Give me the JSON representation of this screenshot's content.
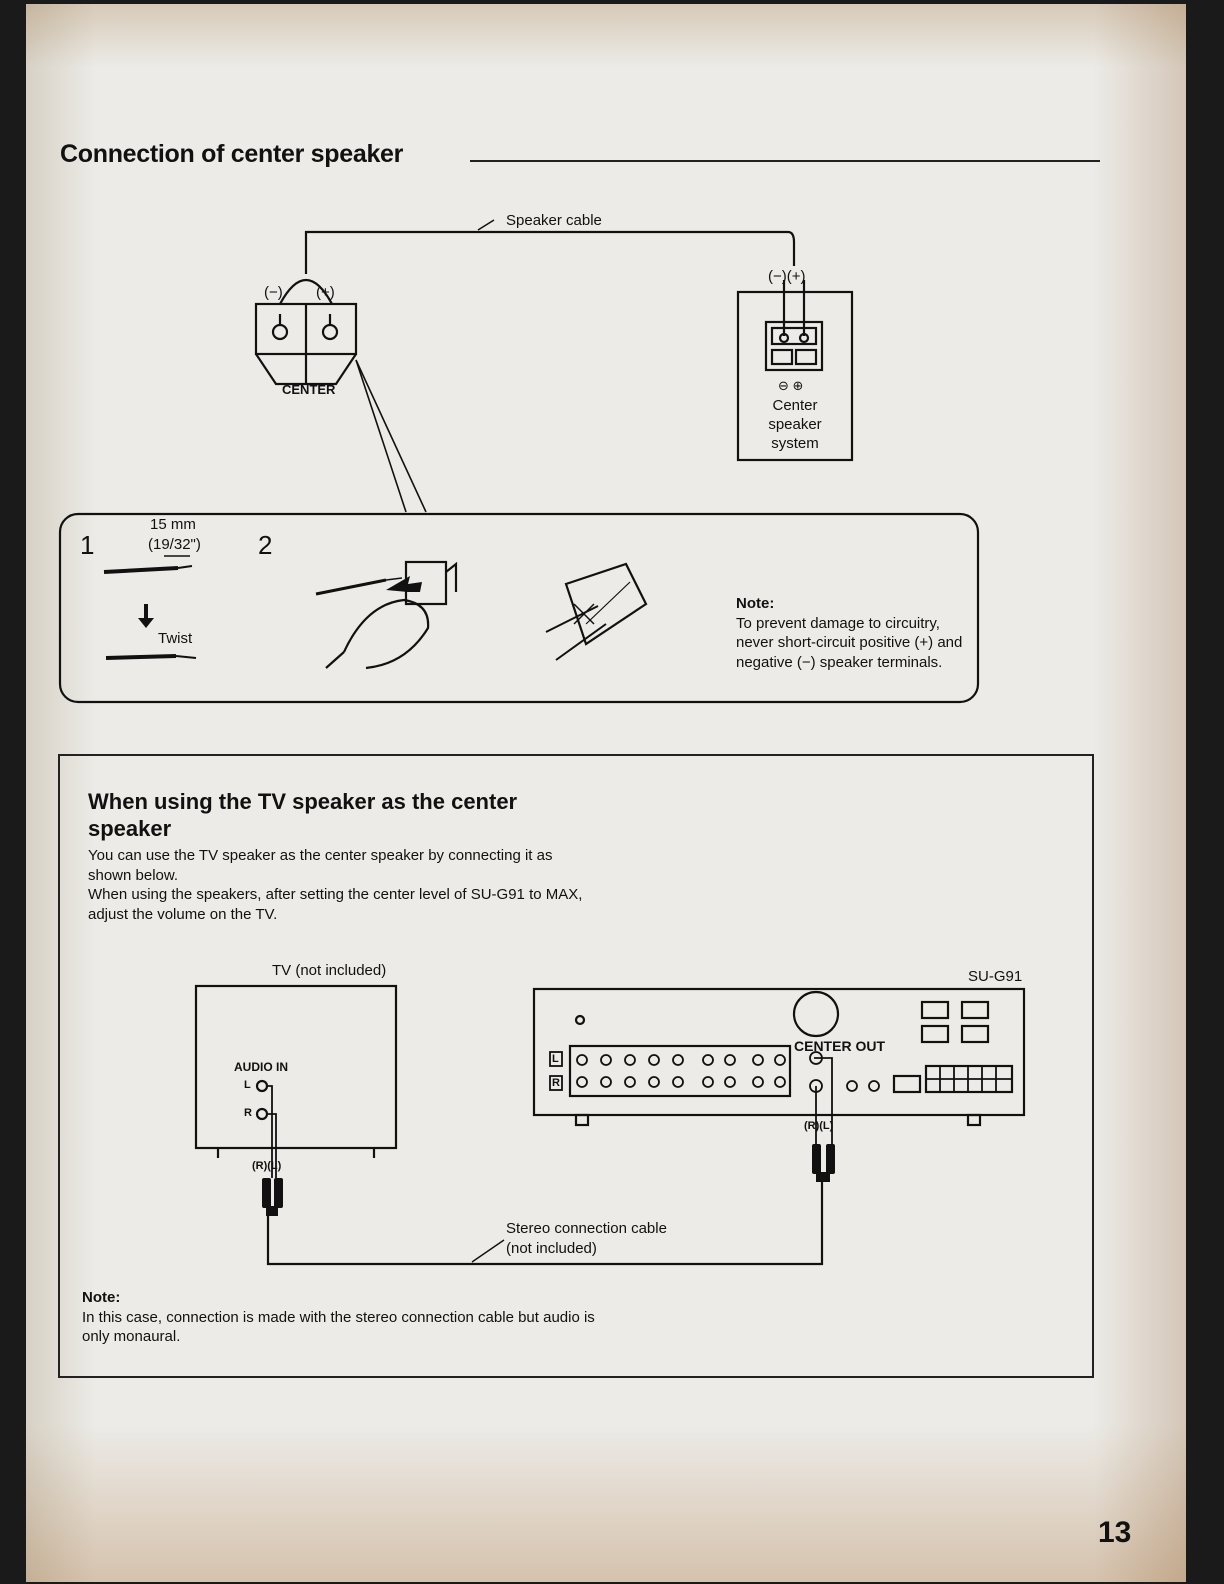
{
  "page": {
    "section_title": "Connection of center speaker",
    "page_number": "13"
  },
  "speaker_diagram": {
    "cable_label": "Speaker cable",
    "terminal_minus": "(−)",
    "terminal_plus": "(+)",
    "center_label": "CENTER",
    "speaker_terminals": "(−)(+)",
    "speaker_polarity": "⊖ ⊕",
    "speaker_lines": [
      "Center",
      "speaker",
      "system"
    ]
  },
  "steps": {
    "step1_number": "1",
    "step1_length": "15 mm",
    "step1_inch": "(19/32\")",
    "step1_twist": "Twist",
    "step2_number": "2"
  },
  "note": {
    "heading": "Note:",
    "text": "To prevent damage to circuitry, never short-circuit positive (+) and negative (−) speaker terminals."
  },
  "tv_section": {
    "title": "When using the TV speaker as the center speaker",
    "para1": "You can use the TV speaker as the center speaker by connecting it as shown below.",
    "para2": "When using the speakers, after setting the center level of SU-G91 to MAX, adjust the volume on the TV.",
    "tv_label": "TV (not included)",
    "audio_in": "AUDIO IN",
    "audio_l": "L",
    "audio_r": "R",
    "tv_plug_rl": "(R)(L)",
    "amp_label": "SU-G91",
    "center_out": "CENTER OUT",
    "amp_row_l": "L",
    "amp_row_r": "R",
    "amp_plug_rl": "(R)(L)",
    "cable_line1": "Stereo connection cable",
    "cable_line2": "(not included)"
  },
  "note2": {
    "heading": "Note:",
    "text": "In this case, connection is made with the stereo connection cable but audio is only monaural."
  },
  "colors": {
    "paper": "#ecebe7",
    "ink": "#111111"
  }
}
